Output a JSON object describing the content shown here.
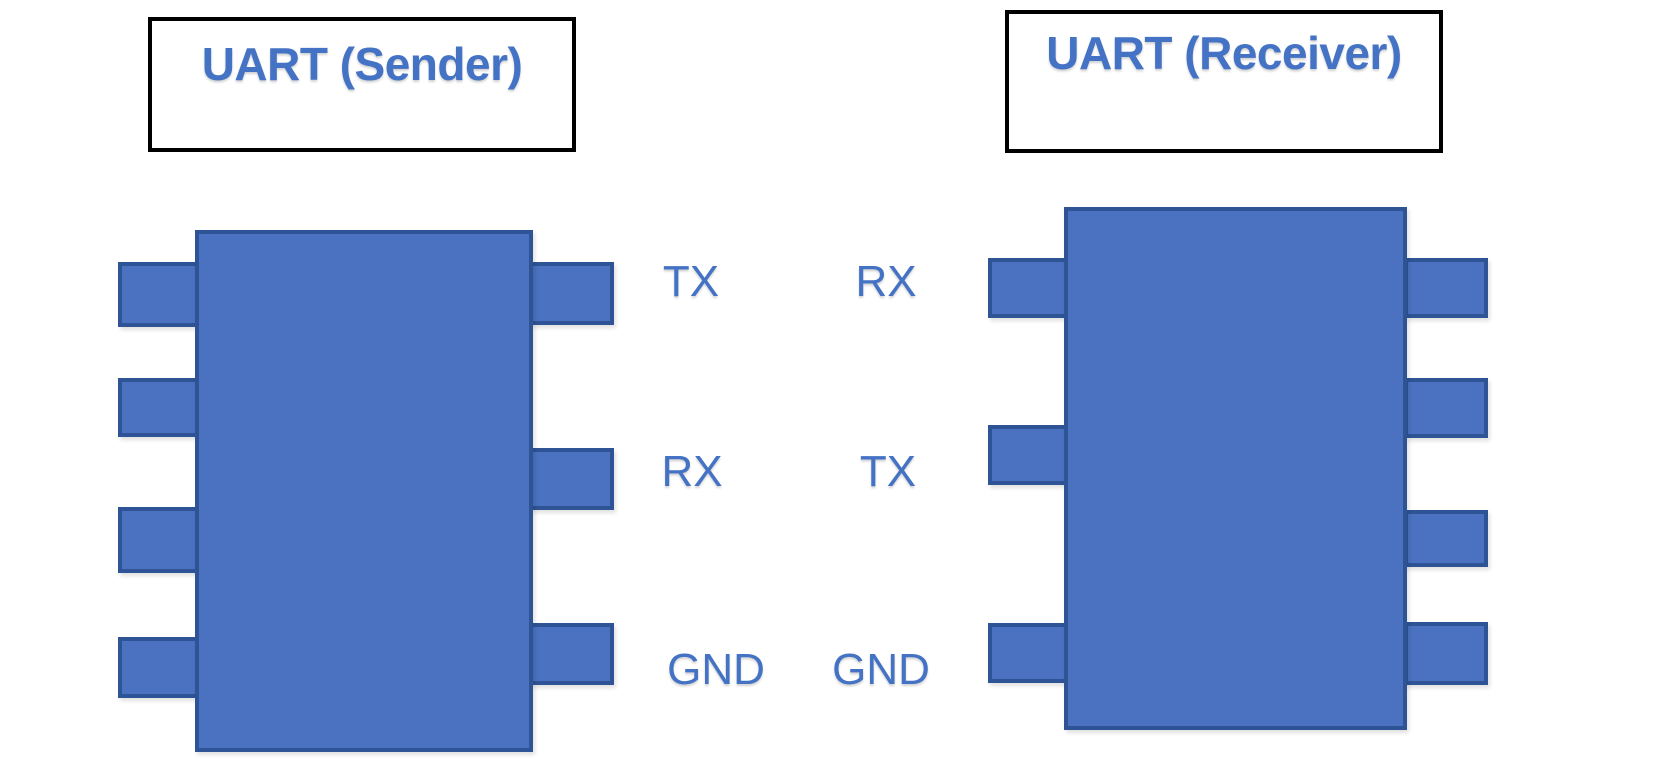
{
  "sender": {
    "title": "UART (Sender)"
  },
  "receiver": {
    "title": "UART (Receiver)"
  },
  "wire_rows": [
    {
      "sender_label": "TX",
      "receiver_label": "RX"
    },
    {
      "sender_label": "RX",
      "receiver_label": "TX"
    },
    {
      "sender_label": "GND",
      "receiver_label": "GND"
    }
  ],
  "colors": {
    "chip_fill": "#4a72c0",
    "chip_border": "#2f5496",
    "label_text": "#4472c4",
    "title_border": "#000000",
    "background": "#ffffff"
  }
}
